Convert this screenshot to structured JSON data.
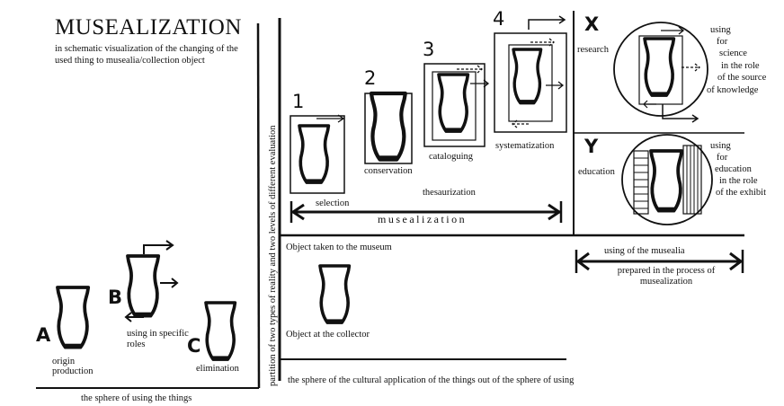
{
  "title": "MUSEALIZATION",
  "subtitle": "in schematic visualization of the changing of the used thing to musealia/collection object",
  "vertical_label": "partition of two types of reality and two levels of different evaluation",
  "left_panel": {
    "stage_a": {
      "letter": "A",
      "label_line1": "origin",
      "label_line2": "production"
    },
    "stage_b": {
      "letter": "B",
      "label_line1": "using in specific",
      "label_line2": "roles"
    },
    "stage_c": {
      "letter": "C",
      "label": "elimination"
    },
    "footer": "the sphere of using the things"
  },
  "musealization_steps": [
    {
      "number": "1",
      "label": "selection"
    },
    {
      "number": "2",
      "label": "conservation"
    },
    {
      "number": "3",
      "label": "cataloguing"
    },
    {
      "number": "4",
      "label": "systematization"
    }
  ],
  "thesaurization_label": "thesaurization",
  "musealization_arrow_label": "musealization",
  "use_x": {
    "letter": "X",
    "side": "research",
    "l1": "using",
    "l2": "for",
    "l3": "science",
    "l4": "in the role",
    "l5": "of the source",
    "l6": "of knowledge"
  },
  "use_y": {
    "letter": "Y",
    "side": "education",
    "l1": "using",
    "l2": "for",
    "l3": "education",
    "l4": "in the role",
    "l5": "of the exhibit"
  },
  "using_musealia_top": "using of the musealia",
  "using_musealia_bottom": "prepared in the process of musealization",
  "object_taken": "Object taken to the museum",
  "object_collector": "Object at the collector",
  "bottom_footer": "the sphere of the cultural application of the things out of the sphere of using"
}
